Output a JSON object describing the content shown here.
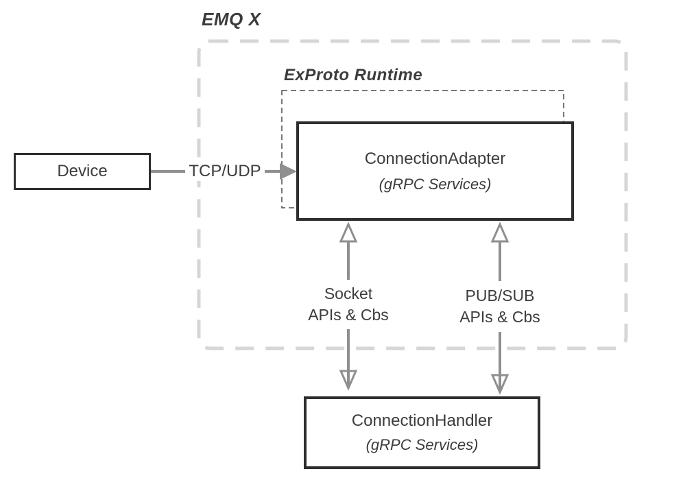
{
  "diagram": {
    "outer_group": {
      "label": "EMQ X"
    },
    "inner_group": {
      "label": "ExProto Runtime"
    },
    "nodes": {
      "device": {
        "title": "Device"
      },
      "connection_adapter": {
        "title": "ConnectionAdapter",
        "subtitle": "(gRPC Services)"
      },
      "connection_handler": {
        "title": "ConnectionHandler",
        "subtitle": "(gRPC Services)"
      }
    },
    "edges": {
      "tcp_udp": {
        "label": "TCP/UDP",
        "direction": "right"
      },
      "socket": {
        "label_line1": "Socket",
        "label_line2": "APIs & Cbs",
        "direction": "bidirectional"
      },
      "pubsub": {
        "label_line1": "PUB/SUB",
        "label_line2": "APIs & Cbs",
        "direction": "bidirectional"
      }
    },
    "colors": {
      "box_border": "#2e2e2e",
      "arrow_gray": "#8f8f8f",
      "group_dash": "#d6d6d6",
      "runtime_dash": "#4b4b4b",
      "text_dark": "#3c3c3c"
    }
  }
}
